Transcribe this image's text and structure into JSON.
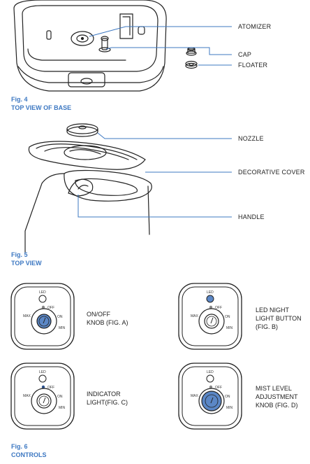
{
  "accent_color": "#3d78c2",
  "knob_fill": "#5b87c6",
  "fig4": {
    "number": "Fig. 4",
    "title": "TOP VIEW OF BASE",
    "callouts": [
      "ATOMIZER",
      "CAP",
      "FLOATER"
    ]
  },
  "fig5": {
    "number": "Fig. 5",
    "title": "TOP VIEW",
    "callouts": [
      "NOZZLE",
      "DECORATIVE COVER",
      "HANDLE"
    ]
  },
  "fig6": {
    "number": "Fig. 6",
    "title": "CONTROLS",
    "panel_text": {
      "led": "LED",
      "off": "OFF",
      "on": "ON",
      "max": "MAX",
      "min": "MIN"
    },
    "panels": [
      {
        "caption": [
          "ON/OFF",
          "KNOB (FIG. A)"
        ],
        "highlight": "knob"
      },
      {
        "caption": [
          "LED NIGHT",
          "LIGHT BUTTON",
          "(FIG. B)"
        ],
        "highlight": "led"
      },
      {
        "caption": [
          "INDICATOR",
          "LIGHT(FIG. C)"
        ],
        "highlight": "indicator"
      },
      {
        "caption": [
          "MIST LEVEL",
          "ADJUSTMENT",
          "KNOB (FIG. D)"
        ],
        "highlight": "knob-large"
      }
    ]
  }
}
